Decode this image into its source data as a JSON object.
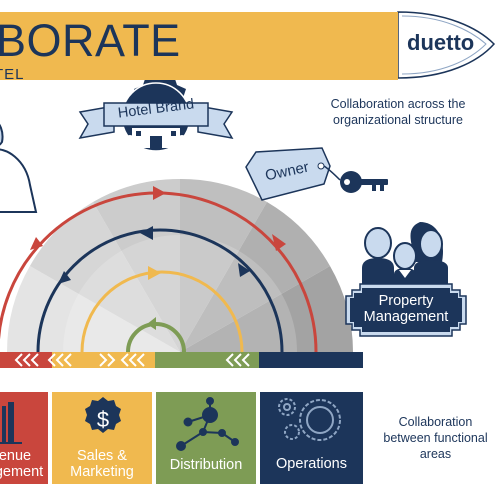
{
  "header": {
    "title": "BORATE",
    "subtitle": "TEL",
    "logo": "duetto"
  },
  "captions": {
    "top": "Collaboration across the organizational structure",
    "bottom": "Collaboration between functional areas"
  },
  "badges": {
    "hotel_brand": "Hotel Brand",
    "owner": "Owner",
    "property_management": "Property Management"
  },
  "functional_areas": [
    {
      "label": "enue agement",
      "color": "#c9463d",
      "icon": "bar-chart-icon"
    },
    {
      "label": "Sales & Marketing",
      "color": "#f0b94f",
      "icon": "dollar-badge-icon"
    },
    {
      "label": "Distribution",
      "color": "#7e9c55",
      "icon": "network-icon"
    },
    {
      "label": "Operations",
      "color": "#1c355a",
      "icon": "gears-icon"
    }
  ],
  "colors": {
    "navy": "#1c355a",
    "gold": "#f0b94f",
    "red": "#c9463d",
    "green": "#7e9c55",
    "light_blue": "#c9daee"
  }
}
